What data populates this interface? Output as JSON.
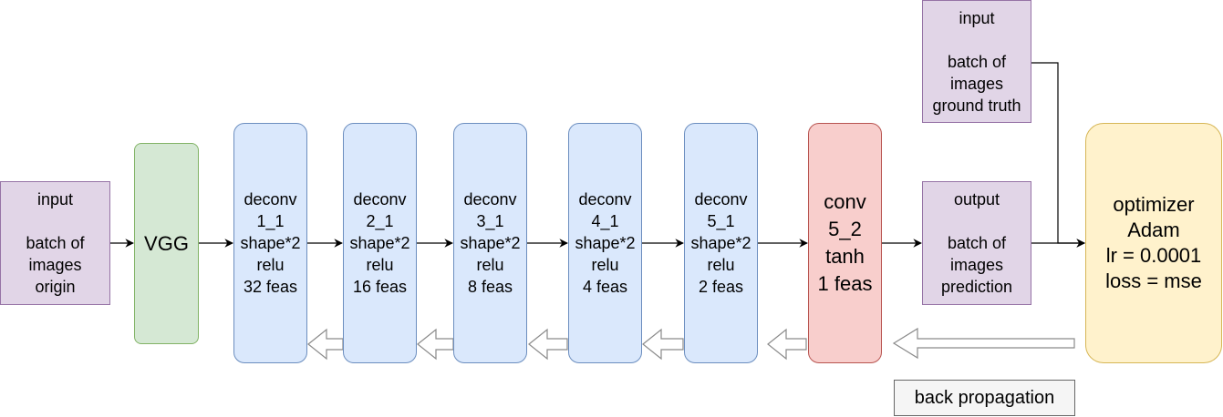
{
  "input_origin": {
    "title": "input",
    "lines": [
      "batch of",
      "images",
      "origin"
    ]
  },
  "vgg": {
    "label": "VGG"
  },
  "deconv_layers": [
    {
      "lines": [
        "deconv",
        "1_1",
        "shape*2",
        "relu",
        "32 feas"
      ]
    },
    {
      "lines": [
        "deconv",
        "2_1",
        "shape*2",
        "relu",
        "16 feas"
      ]
    },
    {
      "lines": [
        "deconv",
        "3_1",
        "shape*2",
        "relu",
        "8 feas"
      ]
    },
    {
      "lines": [
        "deconv",
        "4_1",
        "shape*2",
        "relu",
        "4 feas"
      ]
    },
    {
      "lines": [
        "deconv",
        "5_1",
        "shape*2",
        "relu",
        "2 feas"
      ]
    }
  ],
  "conv": {
    "lines": [
      "conv",
      "5_2",
      "tanh",
      "1 feas"
    ]
  },
  "output_prediction": {
    "title": "output",
    "lines": [
      "batch of",
      "images",
      "prediction"
    ]
  },
  "input_ground_truth": {
    "title": "input",
    "lines": [
      "batch of",
      "images",
      "ground truth"
    ]
  },
  "optimizer": {
    "lines": [
      "optimizer",
      "Adam",
      "lr = 0.0001",
      "loss = mse"
    ]
  },
  "back_propagation": {
    "label": "back propagation"
  },
  "colors": {
    "io_fill": "#e1d5e7",
    "io_stroke": "#9673a6",
    "vgg_fill": "#d5e8d4",
    "vgg_stroke": "#82b366",
    "deconv_fill": "#dae8fc",
    "deconv_stroke": "#6c8ebf",
    "conv_fill": "#f8cecc",
    "conv_stroke": "#b85450",
    "optimizer_fill": "#fff2cc",
    "optimizer_stroke": "#d6b656",
    "note_fill": "#f5f5f5",
    "note_stroke": "#666666"
  }
}
